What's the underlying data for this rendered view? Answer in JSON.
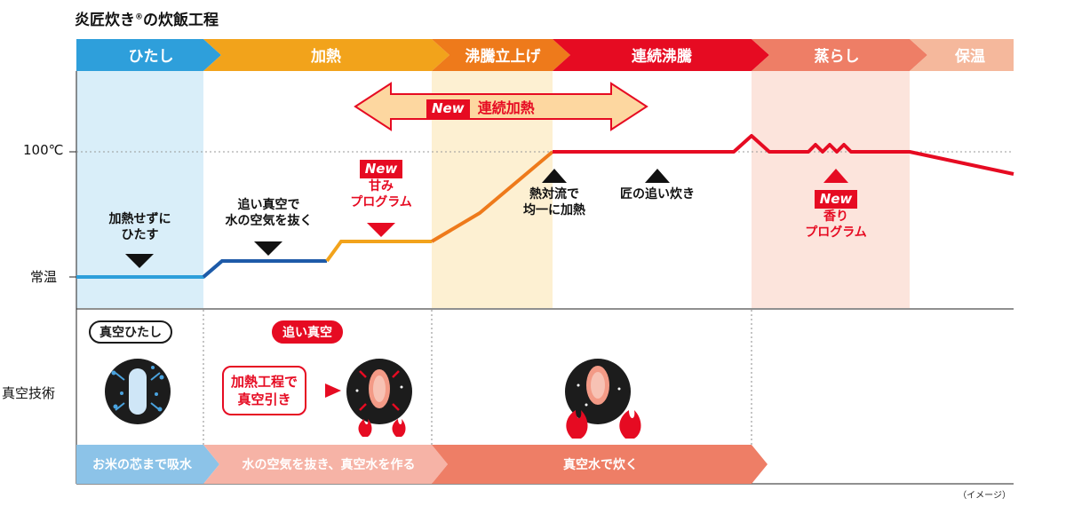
{
  "title": {
    "text": "炎匠炊き",
    "reg": "®",
    "rest": "の炊飯工程"
  },
  "stages": [
    "ひたし",
    "加熱",
    "沸騰立上げ",
    "連続沸騰",
    "蒸らし",
    "保温"
  ],
  "axis": {
    "y_high": "100℃",
    "y_low": "常温"
  },
  "row_label": "真空技術",
  "top_banner": {
    "badge": "New",
    "text": "連続加熱"
  },
  "annotations": {
    "no_heat_1": "加熱せずに",
    "no_heat_2": "ひたす",
    "vac_1": "追い真空で",
    "vac_2": "水の空気を抜く",
    "sweet_badge": "New",
    "sweet_1": "甘み",
    "sweet_2": "プログラム",
    "conv_1": "熱対流で",
    "conv_2": "均一に加熱",
    "takumi": "匠の追い炊き",
    "aroma_badge": "New",
    "aroma_1": "香り",
    "aroma_2": "プログラム"
  },
  "vacuum": {
    "pill_soak": "真空ひたし",
    "pill_chase": "追い真空",
    "bubble_1": "加熱工程で",
    "bubble_2": "真空引き"
  },
  "bottom_bar": [
    "お米の芯まで吸水",
    "水の空気を抜き、真空水を作る",
    "真空水で炊く"
  ],
  "footnote": "（イメージ）",
  "colors": {
    "blue": "#2e9fdb",
    "orange": "#f2a31b",
    "deep_orange": "#ee7a1b",
    "red": "#e60b22",
    "salmon": "#ee7e66",
    "peach": "#f5b89c"
  }
}
